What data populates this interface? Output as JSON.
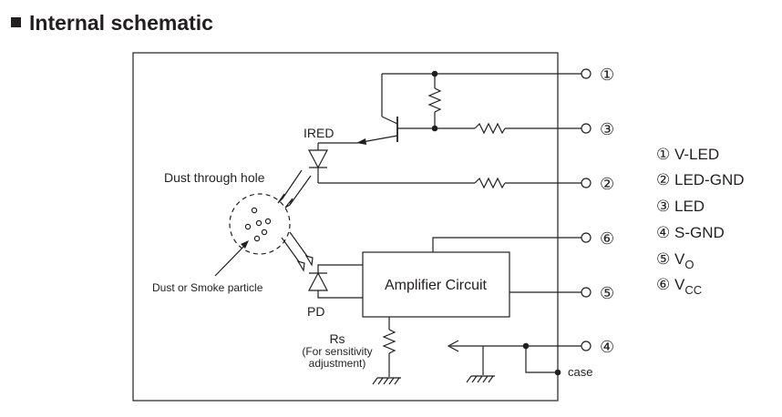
{
  "title": "Internal schematic",
  "labels": {
    "ired": "IRED",
    "dust_hole": "Dust through hole",
    "dust_particle": "Dust or Smoke particle",
    "pd": "PD",
    "amplifier": "Amplifier Circuit",
    "rs": "Rs",
    "rs_note_1": "(For sensitivity",
    "rs_note_2": "adjustment)",
    "case": "case"
  },
  "pins": [
    {
      "num": "①",
      "name": "V-LED"
    },
    {
      "num": "②",
      "name": "LED-GND"
    },
    {
      "num": "③",
      "name": "LED"
    },
    {
      "num": "④",
      "name": "S-GND"
    },
    {
      "num": "⑤",
      "name": "V",
      "sub": "O"
    },
    {
      "num": "⑥",
      "name": "V",
      "sub": "CC"
    }
  ]
}
